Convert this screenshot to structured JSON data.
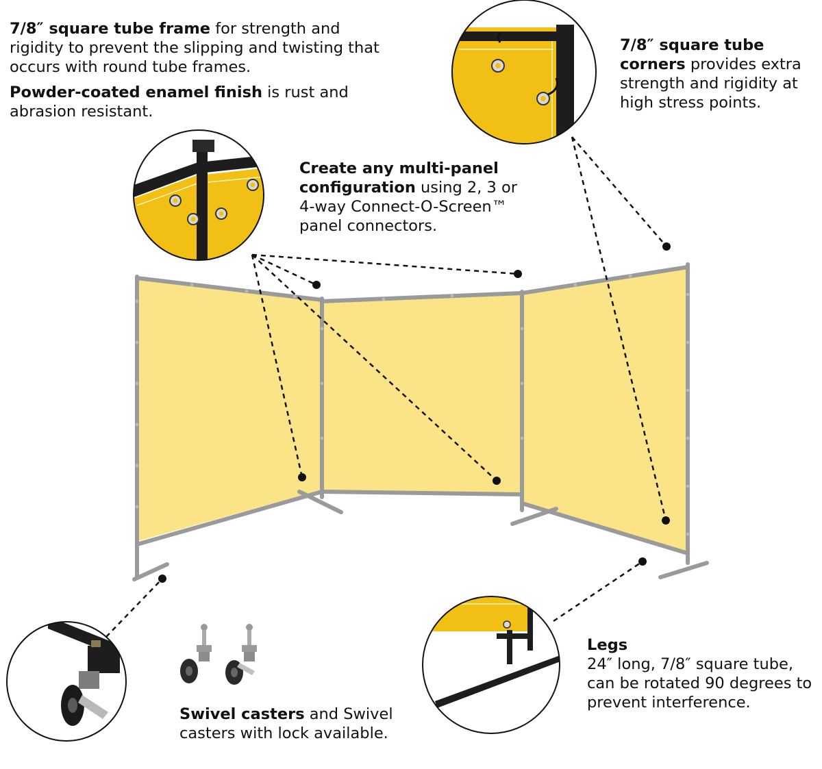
{
  "callouts": {
    "frame": {
      "p1_bold": "7/8″ square tube frame",
      "p1_text": " for strength and rigidity to prevent the slipping and twisting that occurs with round tube frames.",
      "p2_bold": "Powder-coated enamel finish",
      "p2_text": " is rust and abrasion resistant."
    },
    "corners": {
      "bold": "7/8″  square tube corners",
      "text": " provides extra strength and rigidity at high stress points."
    },
    "multipanel": {
      "bold": "Create any multi-panel configuration",
      "text": " using 2, 3 or 4-way Connect-O-Screen™ panel connectors."
    },
    "legs": {
      "bold": "Legs",
      "text": "24″ long, 7/8″ square tube, can be rotated 90 degrees to prevent interference."
    },
    "casters": {
      "bold": "Swivel casters",
      "text": " and Swivel casters with lock available."
    }
  },
  "colors": {
    "curtain": "#fbe488",
    "curtain_detail": "#f3c21b",
    "frame": "#9a9a9a",
    "tube": "#1d1d1d",
    "leader": "#111111"
  }
}
